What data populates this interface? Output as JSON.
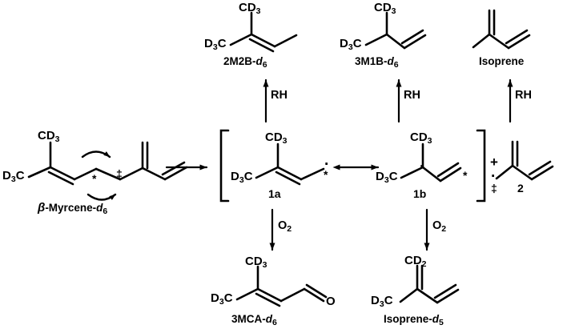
{
  "scheme": {
    "title": "beta-Myrcene-d6 radical reaction scheme",
    "colors": {
      "stroke": "#000000",
      "background": "#ffffff"
    }
  },
  "reactant": {
    "name_prefix": "β",
    "name_main": "-Myrcene-",
    "name_iso": "d",
    "name_sub": "6",
    "labels": {
      "cd3_top": "CD",
      "cd3_top_sub": "3",
      "d3c_left": "D",
      "d3c_left_sub": "3",
      "d3c_left_tail": "C",
      "asterisk": "*",
      "dagger": "‡"
    }
  },
  "arrows": {
    "main_reaction": "main-reaction-arrow",
    "resonance": "resonance-arrow",
    "rh_label": "RH",
    "o2_label": "O",
    "o2_sub": "2"
  },
  "intermediates": {
    "bracket_left": "[",
    "bracket_right": "]",
    "plus": "+",
    "one_a": {
      "id": "1a",
      "cd3": "CD",
      "cd3_sub": "3",
      "d3c": "D",
      "d3c_sub": "3",
      "d3c_tail": "C",
      "radical": "·",
      "asterisk": "*"
    },
    "one_b": {
      "id": "1b",
      "cd3": "CD",
      "cd3_sub": "3",
      "d3c": "D",
      "d3c_sub": "3",
      "d3c_tail": "C",
      "radical": "·",
      "asterisk": "*"
    },
    "two": {
      "id": "2",
      "radical": "·",
      "dagger": "‡"
    }
  },
  "products_top": [
    {
      "key": "2m2b",
      "name_main": "2M2B-",
      "name_iso": "d",
      "name_sub": "6",
      "cd3": "CD",
      "cd3_sub": "3",
      "d3c": "D",
      "d3c_sub": "3",
      "d3c_tail": "C"
    },
    {
      "key": "3m1b",
      "name_main": "3M1B-",
      "name_iso": "d",
      "name_sub": "6",
      "cd3": "CD",
      "cd3_sub": "3",
      "d3c": "D",
      "d3c_sub": "3",
      "d3c_tail": "C"
    },
    {
      "key": "isoprene",
      "name_main": "Isoprene",
      "name_iso": "",
      "name_sub": ""
    }
  ],
  "products_bottom": [
    {
      "key": "3mca",
      "name_main": "3MCA-",
      "name_iso": "d",
      "name_sub": "6",
      "cd3": "CD",
      "cd3_sub": "3",
      "d3c": "D",
      "d3c_sub": "3",
      "d3c_tail": "C",
      "oxygen": "O"
    },
    {
      "key": "isoprene_d5",
      "name_main": "Isoprene-",
      "name_iso": "d",
      "name_sub": "5",
      "cd2": "CD",
      "cd2_sub": "2",
      "d3c": "D",
      "d3c_sub": "3",
      "d3c_tail": "C"
    }
  ]
}
